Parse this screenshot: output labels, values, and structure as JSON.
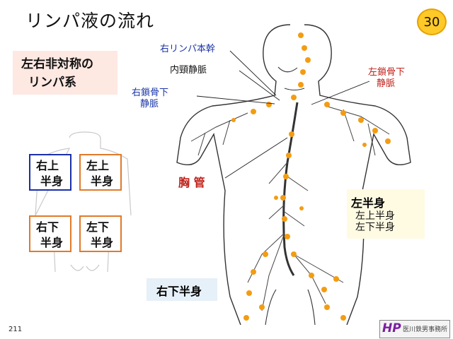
{
  "title": "リンパ液の流れ",
  "page_badge": "30",
  "asymmetry_label": [
    "左右非対称の",
    "リンパ系"
  ],
  "quadrants": {
    "upper_right": [
      "右上",
      "半身"
    ],
    "upper_left": [
      "左上",
      "半身"
    ],
    "lower_right": [
      "右下",
      "半身"
    ],
    "lower_left": [
      "左下",
      "半身"
    ]
  },
  "labels": {
    "right_lymph_duct": "右リンパ本幹",
    "internal_jugular": "内頸静脈",
    "right_subclavian": [
      "右鎖骨下",
      "静脈"
    ],
    "left_subclavian": [
      "左鎖骨下",
      "静脈"
    ],
    "thoracic_duct": "胸 管"
  },
  "left_half": {
    "title": "左半身",
    "items": [
      "左上半身",
      "左下半身"
    ]
  },
  "right_lower": "右下半身",
  "slide_number": "211",
  "publisher_logo": {
    "mark": "HP",
    "text": "医川鉄男事務所"
  },
  "colors": {
    "node": "#f39c12",
    "vessel": "#333333",
    "blue_label": "#1a35a8",
    "red_label": "#c0221a"
  }
}
